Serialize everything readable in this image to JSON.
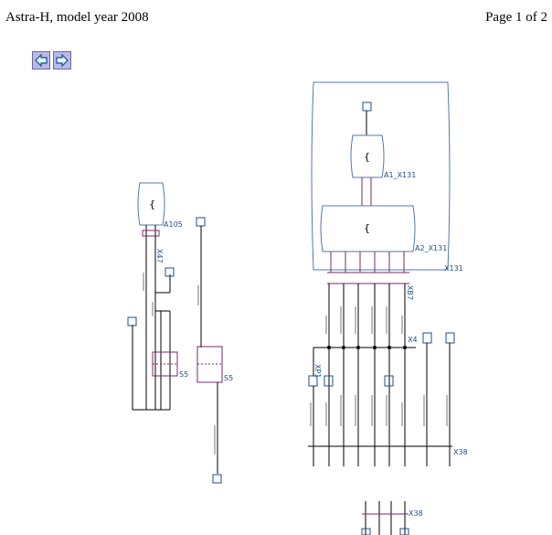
{
  "header": {
    "title": "Astra-H, model year 2008",
    "page_indicator": "Page 1 of 2"
  },
  "navigation": {
    "prev_icon": "arrow-left-icon",
    "next_icon": "arrow-right-icon",
    "button_color": "#b9b9e6"
  },
  "diagram": {
    "wire_color": "#000000",
    "connector_color": "#7b2a6b",
    "labels": {
      "a105": "A105",
      "x47": "X47",
      "s5a": "S5",
      "s5b": "S5",
      "a1_x131": "A1_X131",
      "a2_x131": "A2_X131",
      "x131": "X131",
      "xb7": "XB7",
      "x4": "X4",
      "xp1": "XP1",
      "x38": "X38",
      "x38b": "X38"
    }
  }
}
